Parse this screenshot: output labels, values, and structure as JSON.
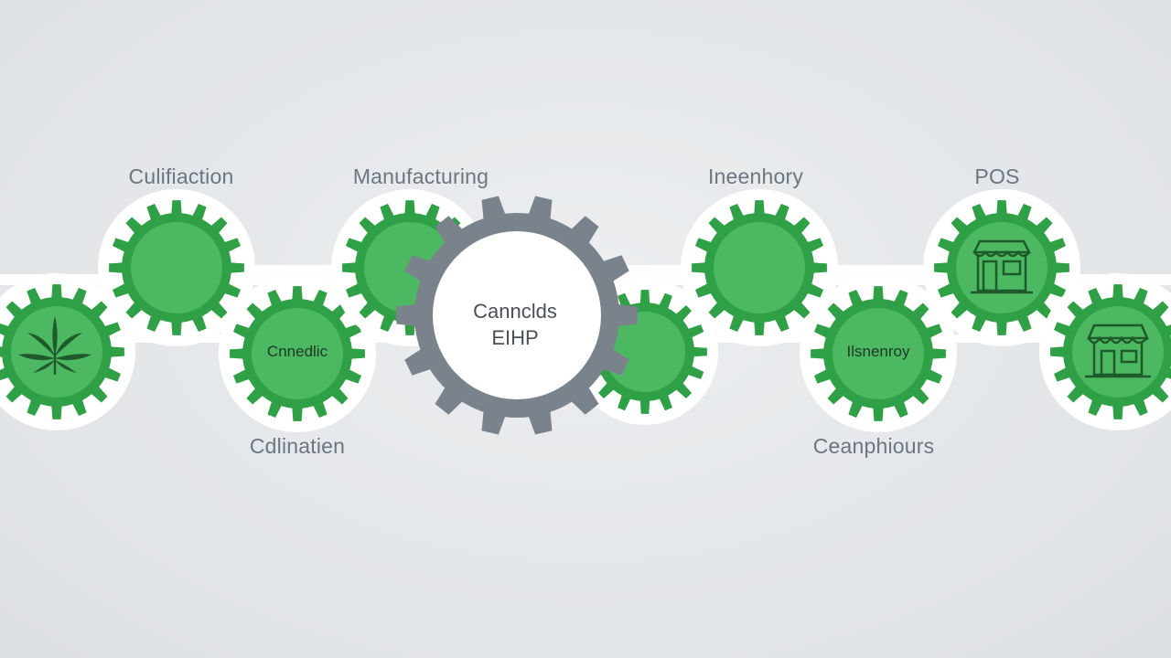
{
  "labels": {
    "cultivation_top": "Culifiaction",
    "manufacturing": "Manufacturing",
    "inventory_top": "Ineenhory",
    "pos": "POS",
    "cultivation_bottom": "Cdlinatien",
    "compliance": "Ceanphiours"
  },
  "gear_texts": {
    "cannabis_gear": "Cnnedlic",
    "inventory_gear": "Ilsnenroy"
  },
  "center": {
    "line1": "Cannclds",
    "line2": "EIHP"
  },
  "colors": {
    "gear_green": "#2fa046",
    "gear_fill": "#4cb862",
    "center_gear": "#7a838c",
    "connector": "#ffffff",
    "background": "#e3e6e9",
    "icon": "#1e5a2a"
  },
  "icons": {
    "leaf": "cannabis-leaf-icon",
    "store_top": "storefront-icon",
    "store_bottom": "storefront-awning-icon"
  }
}
